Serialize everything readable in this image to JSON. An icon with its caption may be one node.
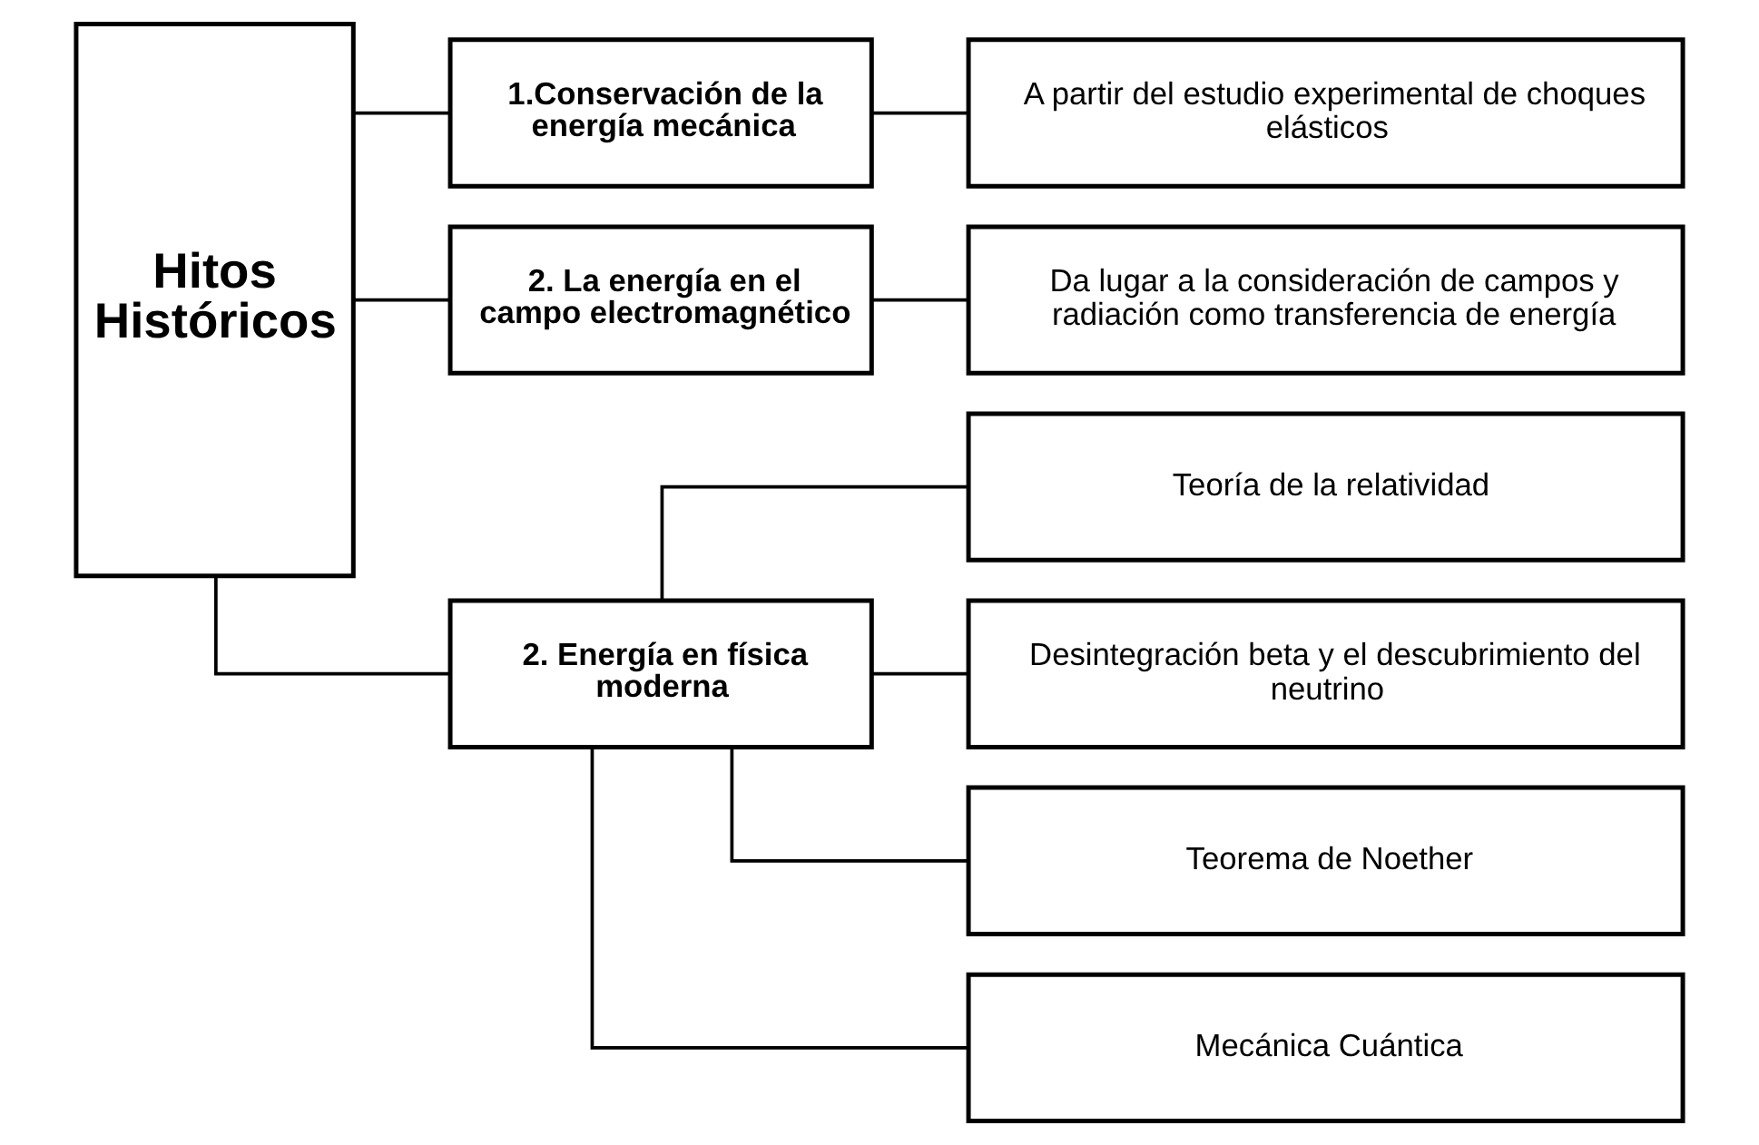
{
  "diagram": {
    "nodes": [
      {
        "text": [
          "Hitos Históricos"
        ]
      },
      {
        "text": [
          "1.Conservación de la energía mecánica"
        ]
      },
      {
        "text": [
          "A partir del estudio experimental de choques elásticos"
        ]
      },
      {
        "text": [
          "2. La energía en el campo electromagnético"
        ]
      },
      {
        "text": [
          "Da lugar a la consideración de campos y radiación como transferencia de energía"
        ]
      },
      {
        "text": [
          "2. Energía en física moderna"
        ]
      },
      {
        "text": [
          "Teoría de la relatividad"
        ]
      },
      {
        "text": [
          "Desintegración beta y el descubrimiento del neutrino"
        ]
      },
      {
        "text": [
          "Teorema de Noether"
        ]
      },
      {
        "text": [
          "Mecánica Cuántica"
        ]
      }
    ],
    "edges": [
      {
        "from": 0,
        "to": 1,
        "arrow": "none"
      },
      {
        "from": 0,
        "to": 3,
        "arrow": "none"
      },
      {
        "from": 0,
        "to": 5,
        "arrow": "none"
      },
      {
        "from": 1,
        "to": 2,
        "arrow": "none"
      },
      {
        "from": 3,
        "to": 4,
        "arrow": "none"
      },
      {
        "from": 5,
        "to": 6,
        "arrow": "none"
      },
      {
        "from": 5,
        "to": 7,
        "arrow": "none"
      },
      {
        "from": 5,
        "to": 8,
        "arrow": "none"
      },
      {
        "from": 5,
        "to": 9,
        "arrow": "none"
      }
    ]
  }
}
